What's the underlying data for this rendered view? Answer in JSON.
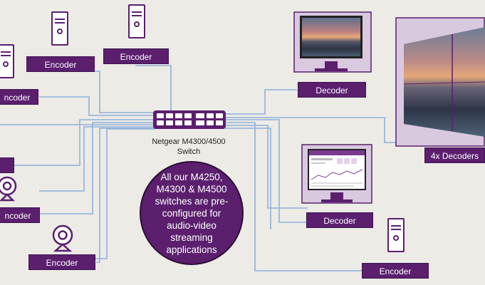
{
  "diagram": {
    "switch": {
      "label_line1": "Netgear M4300/4500",
      "label_line2": "Switch",
      "icon": "network-switch-icon"
    },
    "callout": {
      "text": "All our M4250, M4300 & M4500 switches are pre-configured for audio-video streaming applications"
    },
    "encoders": [
      {
        "label": "Encoder",
        "icon": "pc-tower-icon"
      },
      {
        "label": "Encoder",
        "icon": "pc-tower-icon"
      },
      {
        "label": "ncoder",
        "icon": "pc-tower-icon"
      },
      {
        "label": "",
        "icon": "none"
      },
      {
        "label": "ncoder",
        "icon": "webcam-icon"
      },
      {
        "label": "Encoder",
        "icon": "webcam-icon"
      }
    ],
    "decoders": [
      {
        "label": "Decoder",
        "icon": "monitor-icon"
      },
      {
        "label": "4x Decoders",
        "icon": "video-wall-icon"
      },
      {
        "label": "Decoder",
        "icon": "monitor-icon"
      },
      {
        "label": "Encoder",
        "icon": "pc-tower-icon"
      }
    ],
    "colors": {
      "accent": "#5b1f6e",
      "wire": "#8fb0d9",
      "background": "#ecebe6"
    }
  }
}
